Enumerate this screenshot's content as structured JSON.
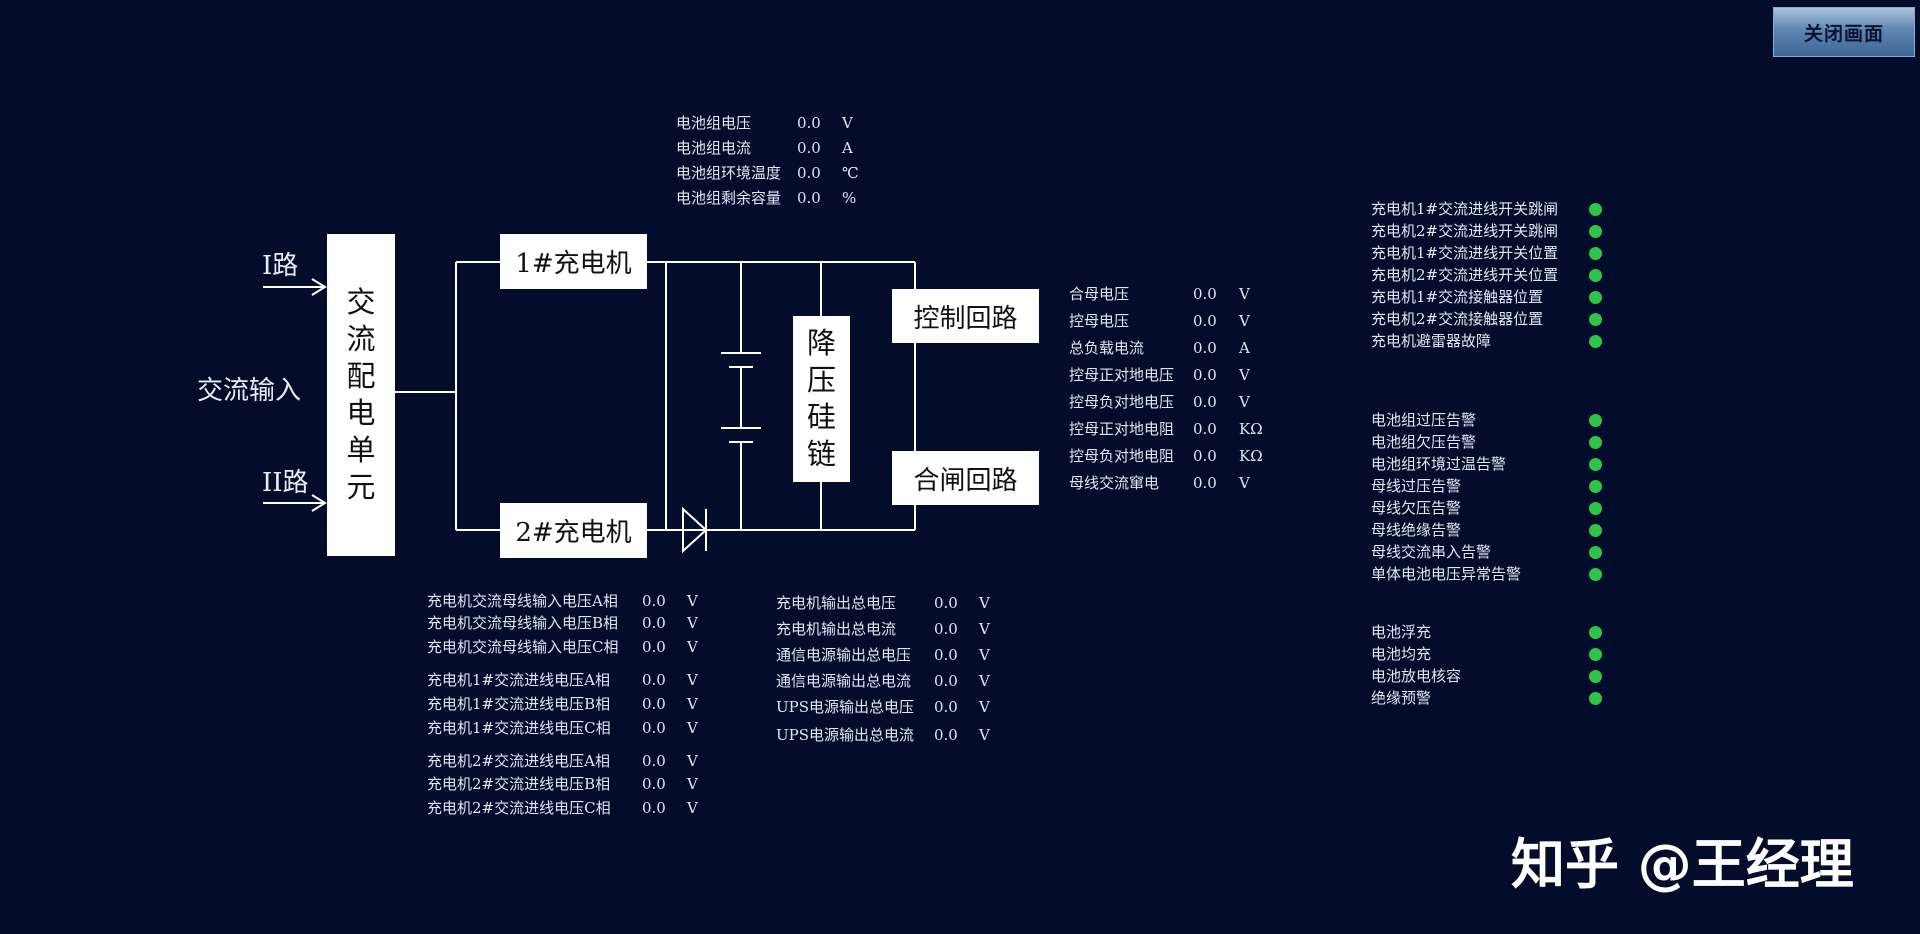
{
  "close_button": "关闭画面",
  "diagram": {
    "route1": "I路",
    "route2": "II路",
    "ac_input": "交流输入",
    "ac_unit": [
      "交",
      "流",
      "配",
      "电",
      "单",
      "元"
    ],
    "charger1": "1#充电机",
    "charger2": "2#充电机",
    "step_down": [
      "降",
      "压",
      "硅",
      "链"
    ],
    "control_loop": "控制回路",
    "closing_loop": "合闸回路"
  },
  "battery_params": [
    {
      "label": "电池组电压",
      "value": "0.0",
      "unit": "V"
    },
    {
      "label": "电池组电流",
      "value": "0.0",
      "unit": "A"
    },
    {
      "label": "电池组环境温度",
      "value": "0.0",
      "unit": "℃"
    },
    {
      "label": "电池组剩余容量",
      "value": "0.0",
      "unit": "%"
    }
  ],
  "bus_params": [
    {
      "label": "合母电压",
      "value": "0.0",
      "unit": "V"
    },
    {
      "label": "控母电压",
      "value": "0.0",
      "unit": "V"
    },
    {
      "label": "总负载电流",
      "value": "0.0",
      "unit": "A"
    },
    {
      "label": "控母正对地电压",
      "value": "0.0",
      "unit": "V"
    },
    {
      "label": "控母负对地电压",
      "value": "0.0",
      "unit": "V"
    },
    {
      "label": "控母正对地电阻",
      "value": "0.0",
      "unit": "KΩ"
    },
    {
      "label": "控母负对地电阻",
      "value": "0.0",
      "unit": "KΩ"
    },
    {
      "label": "母线交流窜电",
      "value": "0.0",
      "unit": "V"
    }
  ],
  "charger_input_params": [
    {
      "label": "充电机交流母线输入电压A相",
      "value": "0.0",
      "unit": "V"
    },
    {
      "label": "充电机交流母线输入电压B相",
      "value": "0.0",
      "unit": "V"
    },
    {
      "label": "充电机交流母线输入电压C相",
      "value": "0.0",
      "unit": "V"
    },
    {
      "label": "充电机1#交流进线电压A相",
      "value": "0.0",
      "unit": "V"
    },
    {
      "label": "充电机1#交流进线电压B相",
      "value": "0.0",
      "unit": "V"
    },
    {
      "label": "充电机1#交流进线电压C相",
      "value": "0.0",
      "unit": "V"
    },
    {
      "label": "充电机2#交流进线电压A相",
      "value": "0.0",
      "unit": "V"
    },
    {
      "label": "充电机2#交流进线电压B相",
      "value": "0.0",
      "unit": "V"
    },
    {
      "label": "充电机2#交流进线电压C相",
      "value": "0.0",
      "unit": "V"
    }
  ],
  "output_params": [
    {
      "label": "充电机输出总电压",
      "value": "0.0",
      "unit": "V"
    },
    {
      "label": "充电机输出总电流",
      "value": "0.0",
      "unit": "V"
    },
    {
      "label": "通信电源输出总电压",
      "value": "0.0",
      "unit": "V"
    },
    {
      "label": "通信电源输出总电流",
      "value": "0.0",
      "unit": "V"
    },
    {
      "label": "UPS电源输出总电压",
      "value": "0.0",
      "unit": "V"
    },
    {
      "label": "UPS电源输出总电流",
      "value": "0.0",
      "unit": "V"
    }
  ],
  "indicators_group1": [
    "充电机1#交流进线开关跳闸",
    "充电机2#交流进线开关跳闸",
    "充电机1#交流进线开关位置",
    "充电机2#交流进线开关位置",
    "充电机1#交流接触器位置",
    "充电机2#交流接触器位置",
    "充电机避雷器故障"
  ],
  "indicators_group2": [
    "电池组过压告警",
    "电池组欠压告警",
    "电池组环境过温告警",
    "母线过压告警",
    "母线欠压告警",
    "母线绝缘告警",
    "母线交流串入告警",
    "单体电池电压异常告警"
  ],
  "indicators_group3": [
    "电池浮充",
    "电池均充",
    "电池放电核容",
    "绝缘预警"
  ],
  "indicator_color": "#2ec44a",
  "watermark": "知乎 @王经理"
}
